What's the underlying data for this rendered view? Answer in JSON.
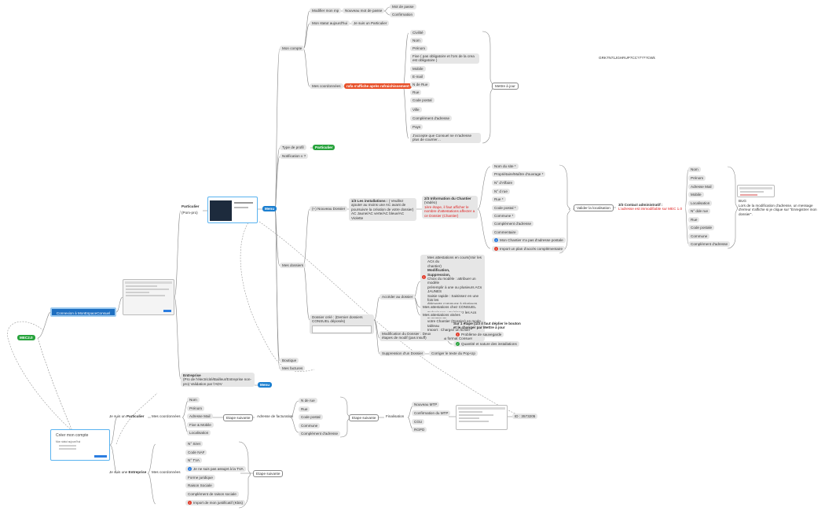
{
  "root": "MEC2.0",
  "connect": "Connexion à MonEspaceConsuel",
  "user_code": "GRK7N71JGHRUP7CC?7???CWk",
  "id_label": "ID : 3573205",
  "particulier": {
    "title": "Particulier",
    "subtitle": "(Pom-pro)",
    "menu": "Menu",
    "mon_compte": "Mon compte",
    "modifier_mdp": "Modifier mon mp",
    "nouveau_mdp": "Nouveau mot de passe",
    "mdp": "Mot de passe",
    "confirmation": "Confirmation",
    "mon_statut": "Mon statut aujourd'hui",
    "je_suis_particulier": "Je suis un Particulier",
    "mes_coordonnees": "Mes coordonnées",
    "rafraichi_note": "rafa s'affiche après rafraichissement",
    "coord_fields": [
      "Civilité",
      "Nom",
      "Prénom",
      "Fixe ( pas obligatoire et l'ors de la crea est obligatoire )",
      "Mobile",
      "E-mail",
      "N de Rue",
      "Rue",
      "Code postal",
      "Ville",
      "Complément d'adresse",
      "Pays",
      "J'accepte que Consuel ne m'adresse plus de courrier…"
    ],
    "mettre_a_jour": "Mettre à jour",
    "type_profil": "Type de profil",
    "type_profil_value": "Particulier",
    "notification": "Notification v ?",
    "mes_dossiers": "Mes dossiers",
    "nouveau_dossier": "(+) Nouveau Dossier",
    "step1_title": "1/3 Les installations :",
    "step1_text": "( Veuillez ajouter au moins une AC avant de poursuivre la création de votre dossier) AC Jaune/AC verte/AC bleue/AC Violette",
    "step2_title": "2/3 Information du Chantier",
    "step2_sub": "(Vadéo)",
    "step2_note": "1ère étape, il faut afficher le nombre d'attestations affecter a ce Dossier (Chantier)",
    "chantier_fields": [
      "Nom du site *",
      "Propriétaire/Maître d'ouvrage *",
      "N° d'Affaire",
      "N° d rue",
      "Rue *",
      "Code postal *",
      "Commune *",
      "Complément d'adresse",
      "Commentaire"
    ],
    "chantier_sans_adresse": "Mon Chantier n'a pas d'adresse postale",
    "import_plan": "Import un plan d'accès complémentaire",
    "valider_localisation": "Valider la localisation",
    "step3_title": "3/3 Contact administratif :",
    "step3_note": "L'adresse est immodifiable sur MEC 1.0",
    "contact_fields": [
      "Nom",
      "Prénom",
      "Adresse Mail",
      "Mobile",
      "Localisation",
      "N° dde rue",
      "Rue",
      "Code postale",
      "Commune",
      "Complément d'adresse"
    ],
    "bug_title": "BUG",
    "bug_text": "Lors de la modification d'adresse, un message d'erreur s'affiche si je clique sur \"Enregistrer mon dossier\".",
    "dossier_cree": "Dossier créé : (Dernier dossiers CONSUEL déposés)",
    "acceder": "Accéder au dossier",
    "acceder_detail_lines": [
      "Mes attestations en cours(Voir les ACs du",
      "chantier)",
      "Modification,",
      "Suppression,",
      "Choix du modèle : attribuer un modèle",
      "préremplir à une ou plusieurs ACs JAUNES",
      "Saisie rapide : Saisissez en une fois les",
      "éléments communs à plusieurs ACs JAUNES",
      "Calepinage : Saisissez les Acs JAUNES de",
      "votre Chantier (Dossier) en mode tableau",
      "Import : Chargez un fichier d'import",
      "structuré au format Consuel"
    ],
    "attestations_chez": "Mes attestations chez CONSUEL",
    "attestations_visees": "Mes attestations visées",
    "modif_dossier": "Modification du Dossier : Deux étapes de modif (pas insuff)",
    "modif_note": "Sur 1 étape (1/3 il faut déplier le bouton et le changer par Mettre à jour",
    "probleme_sauvegarde": "Problème de sauvegarde",
    "quantite_nature": "Quantité et nature des installations",
    "suppression": "Suppression d'un Dossier",
    "corriger_popup": "Corriger le texte du Pop-Up",
    "boutique": "Boutique",
    "mes_factures": "Mes factures"
  },
  "entreprise": {
    "title": "Entreprise",
    "text": "(Pro de l'électricité/Bailleur/Entreprise non-pro) Validation par l'ADV",
    "menu": "Menu"
  },
  "creation": {
    "shot_title": "Créer mon compte",
    "shot_sub": "Mon statut aujourd'hui",
    "je_suis_particulier": "Je suis un",
    "particulier_word": "Particulier",
    "mes_coordonnees": "Mes coordonnées",
    "particulier_fields": [
      "Nom",
      "Prénom",
      "Adresse Mail",
      "Fixe & Mobile",
      "Localisation"
    ],
    "etape_suivante": "Etape suivante",
    "adresse_facturation": "Adresse de facturation",
    "facturation_fields": [
      "N de rue",
      "Rue",
      "Code postal",
      "Commune",
      "Complément d'adresse"
    ],
    "finalisation": "Finalisation",
    "finalisation_fields": [
      "Nouveau MTP",
      "Confirmation du MTP",
      "CGU",
      "RGPD"
    ],
    "je_suis_entreprise": "Je suis une",
    "entreprise_word": "Entreprise",
    "entreprise_fields": [
      "N° Siret",
      "Code NAF",
      "N° TVA",
      "Je ne suis pas assujet à la TVA",
      "Forme juridique",
      "Raison Sociale",
      "Complément de raison sociale",
      "Import de mon justificatif (Kbis)"
    ]
  }
}
